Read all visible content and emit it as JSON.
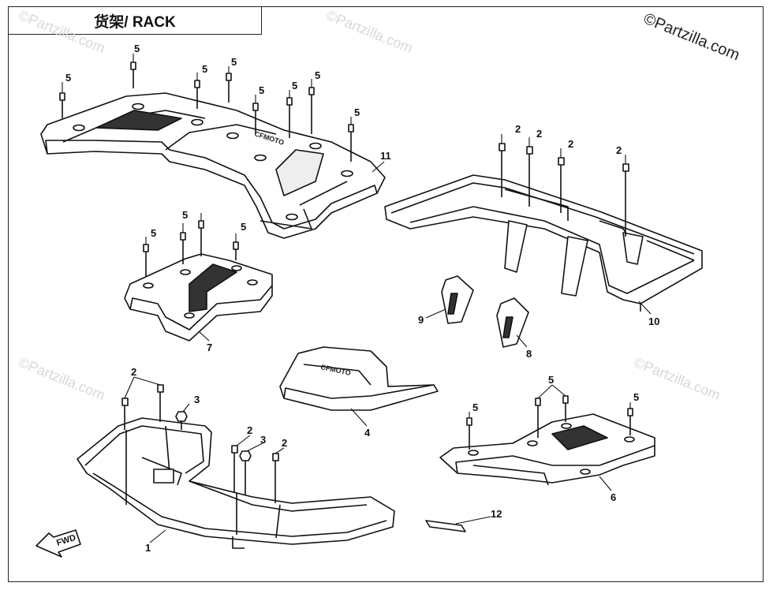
{
  "title": "货架/ RACK",
  "copyright": "©Partzilla.com",
  "watermark": "©Partzilla.com",
  "fwd_label": "FWD",
  "logo_text": "CFMOTO",
  "callouts": {
    "c1": "1",
    "c2": "2",
    "c3": "3",
    "c4": "4",
    "c5": "5",
    "c6": "6",
    "c7": "7",
    "c8": "8",
    "c9": "9",
    "c10": "10",
    "c11": "11",
    "c12": "12"
  }
}
